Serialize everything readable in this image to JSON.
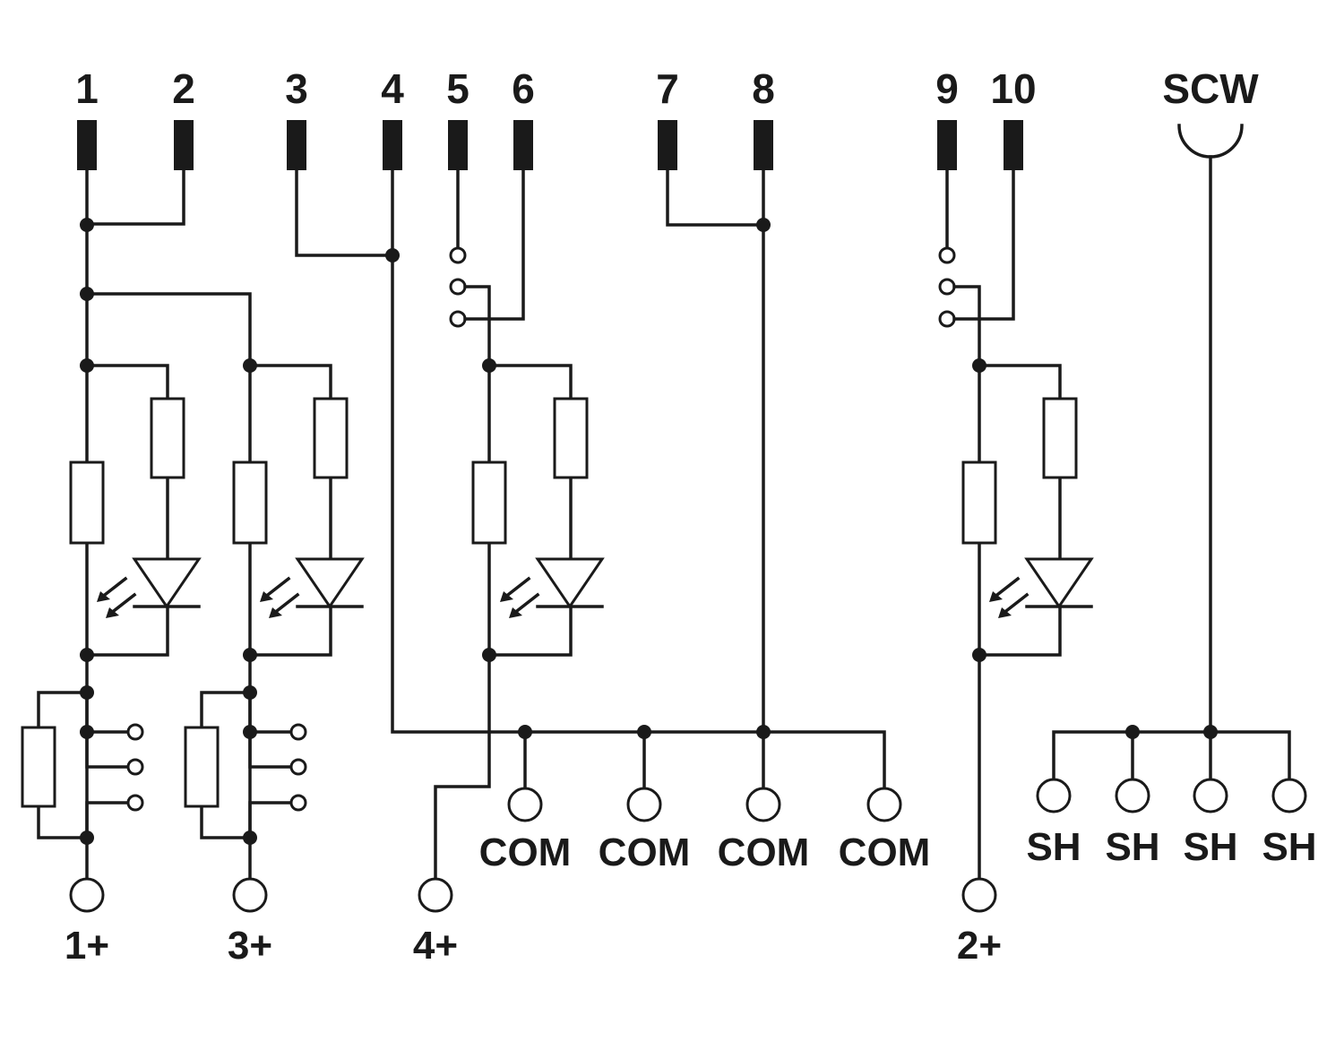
{
  "diagram": {
    "terminals_top": [
      "1",
      "2",
      "3",
      "4",
      "5",
      "6",
      "7",
      "8",
      "9",
      "10"
    ],
    "scw_label": "SCW",
    "outputs": [
      "1+",
      "3+",
      "4+",
      "2+"
    ],
    "com_labels": [
      "COM",
      "COM",
      "COM",
      "COM"
    ],
    "sh_labels": [
      "SH",
      "SH",
      "SH",
      "SH"
    ]
  }
}
